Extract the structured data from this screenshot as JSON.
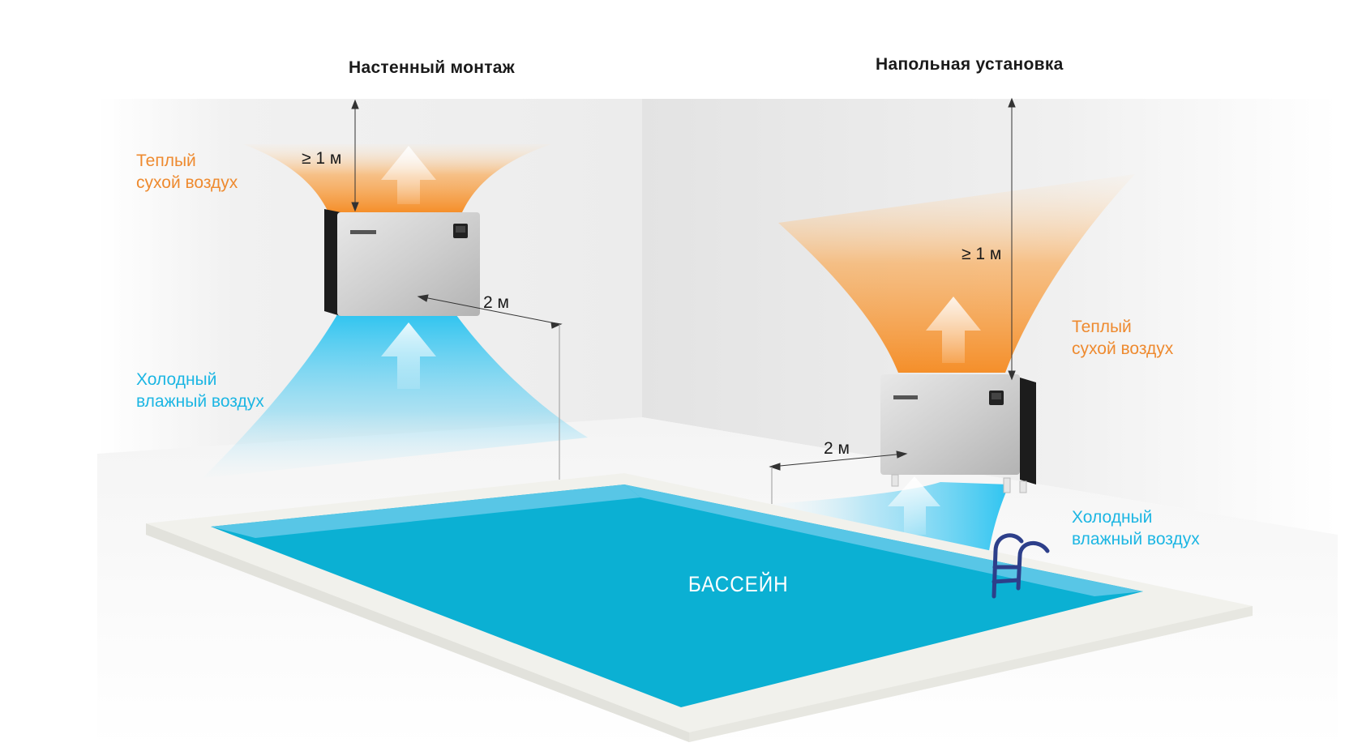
{
  "titles": {
    "wall": "Настенный монтаж",
    "floor": "Напольная установка"
  },
  "labels": {
    "warm_line1": "Теплый",
    "warm_line2": "сухой воздух",
    "cold_line1": "Холодный",
    "cold_line2": "влажный воздух",
    "pool": "БАССЕЙН"
  },
  "dimensions": {
    "height_clearance": "≥ 1 м",
    "pool_distance": "2 м"
  },
  "colors": {
    "warm": "#ee8a2f",
    "cold": "#1cb6e3",
    "water": "#0bb0d3",
    "water_edge": "#58c6e6",
    "deck": "#f1f1ec",
    "wall": "#ececec"
  }
}
